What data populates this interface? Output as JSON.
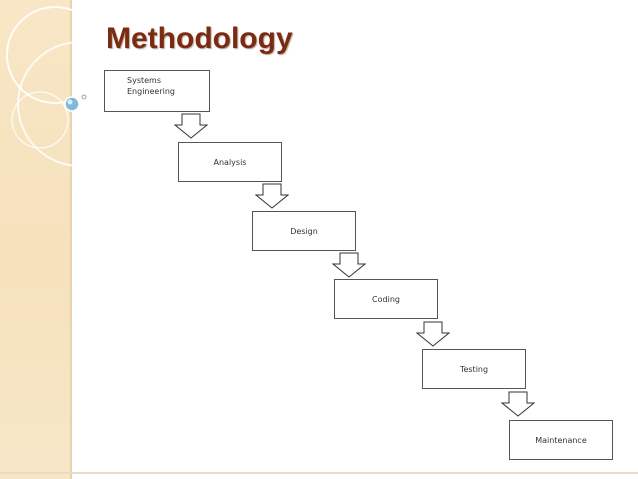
{
  "slide": {
    "title": "Methodology",
    "title_color": "#7a2b12",
    "side_band_color": "#f6e3c0"
  },
  "stages": [
    "Systems\nEngineering",
    "Analysis",
    "Design",
    "Coding",
    "Testing",
    "Maintenance"
  ],
  "connector": "arrow-down-icon"
}
